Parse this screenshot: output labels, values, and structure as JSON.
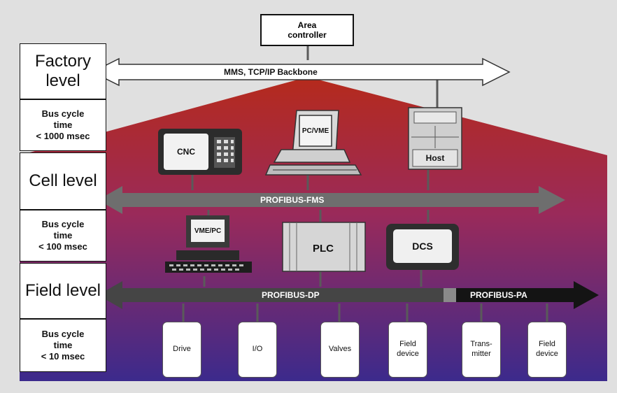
{
  "area_controller": "Area\ncontroller",
  "backbone_label": "MMS, TCP/IP Backbone",
  "levels": [
    {
      "name": "Factory level",
      "bus_cycle": "Bus cycle\ntime\n< 1000 msec"
    },
    {
      "name": "Cell level",
      "bus_cycle": "Bus cycle\ntime\n< 100 msec"
    },
    {
      "name": "Field level",
      "bus_cycle": "Bus cycle\ntime\n< 10 msec"
    }
  ],
  "cell_devices": [
    "CNC",
    "PC/VME",
    "Host"
  ],
  "buses": {
    "fms": "PROFIBUS-FMS",
    "dp": "PROFIBUS-DP",
    "pa": "PROFIBUS-PA"
  },
  "control_devices": [
    "VME/PC",
    "PLC",
    "DCS"
  ],
  "field_devices": [
    "Drive",
    "I/O",
    "Valves",
    "Field\ndevice",
    "Trans-\nmitter",
    "Field\ndevice"
  ]
}
